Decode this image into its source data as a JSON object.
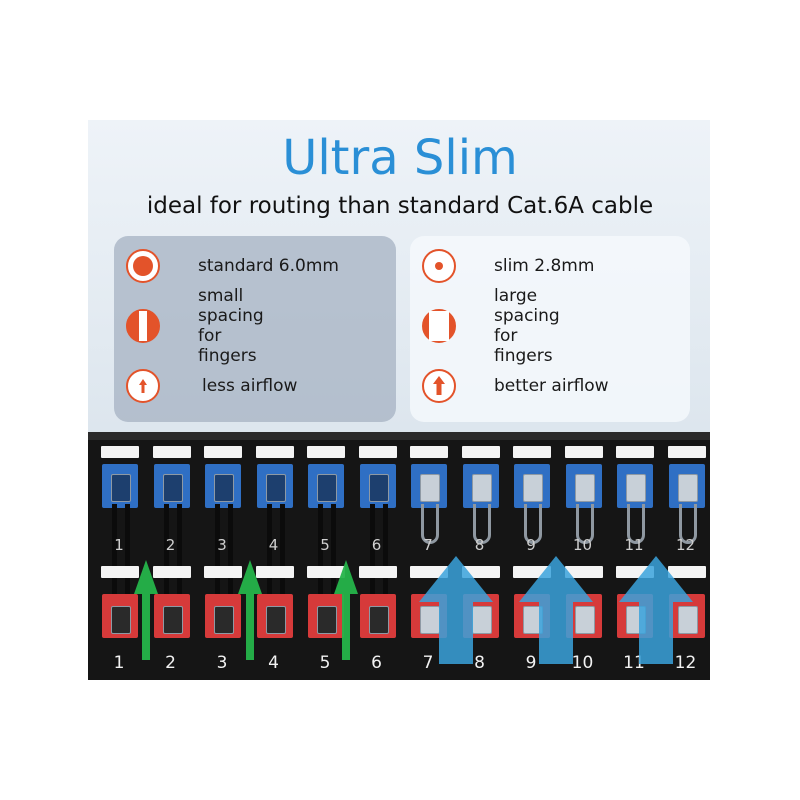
{
  "heading": {
    "title": "Ultra Slim",
    "subtitle": "ideal for routing than standard Cat.6A cable"
  },
  "comparison": {
    "left": [
      {
        "icon": "large-dot-icon",
        "label": "standard 6.0mm"
      },
      {
        "icon": "narrow-gap-icon",
        "label": "small spacing\nfor fingers"
      },
      {
        "icon": "small-arrow-icon",
        "label": "less airflow"
      }
    ],
    "right": [
      {
        "icon": "small-dot-icon",
        "label": "slim 2.8mm"
      },
      {
        "icon": "wide-gap-icon",
        "label": "large spacing\nfor fingers"
      },
      {
        "icon": "large-arrow-icon",
        "label": "better airflow"
      }
    ]
  },
  "patch_panel": {
    "top_port_numbers": [
      "1",
      "2",
      "3",
      "4",
      "5",
      "6",
      "7",
      "8",
      "9",
      "10",
      "11",
      "12"
    ],
    "bottom_port_numbers": [
      "1",
      "2",
      "3",
      "4",
      "5",
      "6",
      "7",
      "8",
      "9",
      "10",
      "11",
      "12"
    ]
  },
  "colors": {
    "title_blue": "#2a8fd6",
    "icon_orange": "#e3532a",
    "jack_blue": "#2f6fc4",
    "jack_red": "#d63a3a",
    "airflow_green": "#25b44a",
    "airflow_blue": "#3aa2dc"
  }
}
